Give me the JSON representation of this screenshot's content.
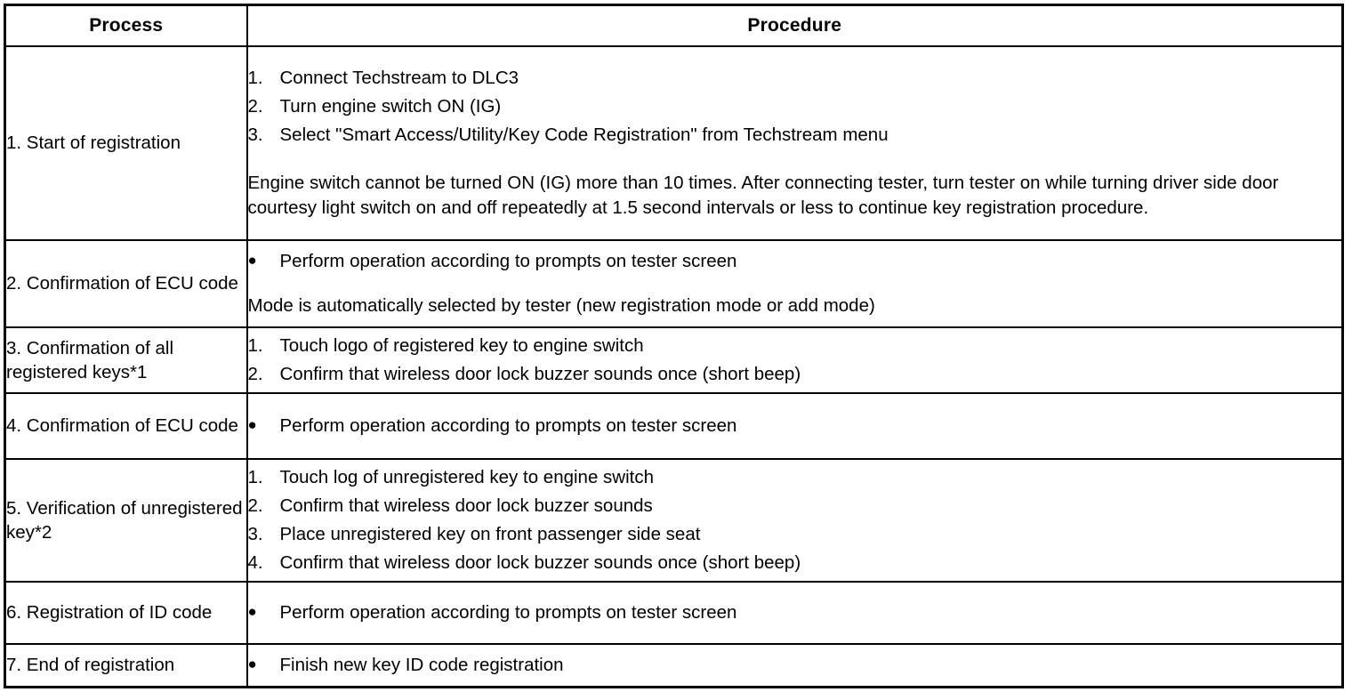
{
  "table": {
    "headers": {
      "process": "Process",
      "procedure": "Procedure"
    },
    "rows": [
      {
        "process": "1. Start of registration",
        "steps": [
          {
            "marker": "1.",
            "text": "Connect Techstream to DLC3"
          },
          {
            "marker": "2.",
            "text": "Turn engine switch ON (IG)"
          },
          {
            "marker": "3.",
            "text": "Select \"Smart Access/Utility/Key Code Registration\" from Techstream menu"
          }
        ],
        "note": "Engine switch cannot be turned ON (IG) more than 10 times. After connecting tester, turn tester on while turning driver side door courtesy light switch on and off repeatedly at 1.5 second intervals or less to continue key registration procedure."
      },
      {
        "process": "2. Confirmation of ECU code",
        "bullets": [
          {
            "marker": "●",
            "text": "Perform operation according to prompts on tester screen"
          }
        ],
        "note": "Mode is automatically selected by tester (new registration mode or add mode)"
      },
      {
        "process": "3. Confirmation of all registered keys*1",
        "steps": [
          {
            "marker": "1.",
            "text": "Touch logo of registered key to engine switch"
          },
          {
            "marker": "2.",
            "text": "Confirm that wireless door lock buzzer sounds once (short beep)"
          }
        ]
      },
      {
        "process": "4. Confirmation of ECU code",
        "bullets": [
          {
            "marker": "●",
            "text": "Perform operation according to prompts on tester screen"
          }
        ]
      },
      {
        "process": "5. Verification of unregistered key*2",
        "steps": [
          {
            "marker": "1.",
            "text": "Touch log of unregistered key to engine switch"
          },
          {
            "marker": "2.",
            "text": "Confirm that wireless door lock buzzer sounds"
          },
          {
            "marker": "3.",
            "text": "Place unregistered key on front passenger side seat"
          },
          {
            "marker": "4.",
            "text": "Confirm that wireless door lock buzzer sounds once (short beep)"
          }
        ]
      },
      {
        "process": "6. Registration of ID code",
        "bullets": [
          {
            "marker": "●",
            "text": "Perform operation according to prompts on tester screen"
          }
        ]
      },
      {
        "process": "7. End of registration",
        "bullets": [
          {
            "marker": "●",
            "text": "Finish new key ID code registration"
          }
        ]
      }
    ]
  },
  "colors": {
    "border": "#000000",
    "text": "#000000",
    "background": "#ffffff"
  }
}
